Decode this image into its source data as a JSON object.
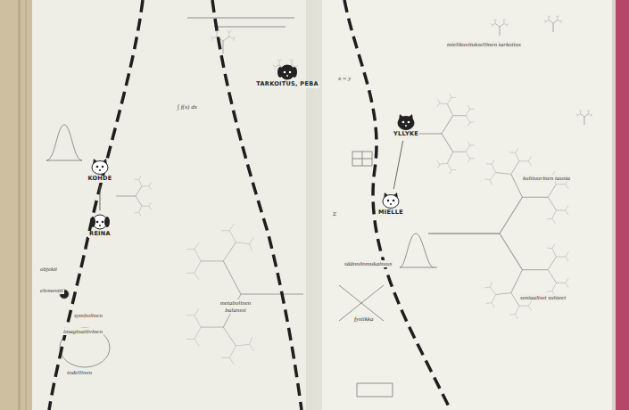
{
  "diagram": {
    "nodes": [
      {
        "text": [
          "KOHDE"
        ]
      },
      {
        "text": [
          "REINA"
        ]
      },
      {
        "text": [
          "TARKOITUS, PEBA"
        ]
      },
      {
        "text": [
          "YLLYKE"
        ]
      },
      {
        "text": [
          "MIELLE"
        ]
      }
    ],
    "edges": [
      {
        "from": 0,
        "to": 1,
        "arrow": "none"
      },
      {
        "from": 3,
        "to": 4,
        "arrow": "none"
      }
    ],
    "labels": [
      "metabolinen balanssi",
      "symbolinen",
      "imaginatiivinen",
      "todellinen",
      "objekti",
      "elementti",
      "mielikuvituksellinen tarkoitus",
      "kulttuurinen tausta",
      "sosiaaliset suhteet",
      "säännönmukaisuus",
      "fysiikka",
      "Σ",
      "∫ f(x) dx",
      "x = y"
    ]
  }
}
